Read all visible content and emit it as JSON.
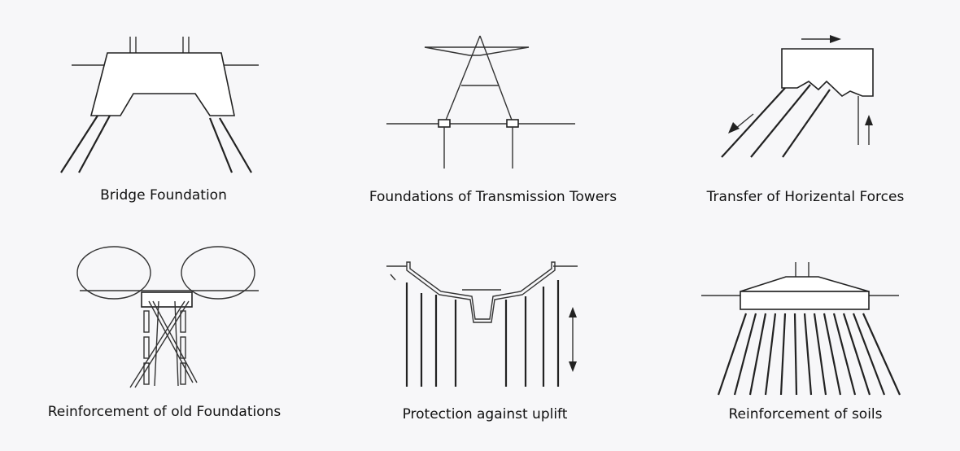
{
  "captions": {
    "bridge": "Bridge Foundation",
    "towers": "Foundations of Transmission Towers",
    "horizontal": "Transfer of Horizental Forces",
    "old_foundations": "Reinforcement of old Foundations",
    "uplift": "Protection against uplift",
    "soils": "Reinforcement of soils"
  }
}
